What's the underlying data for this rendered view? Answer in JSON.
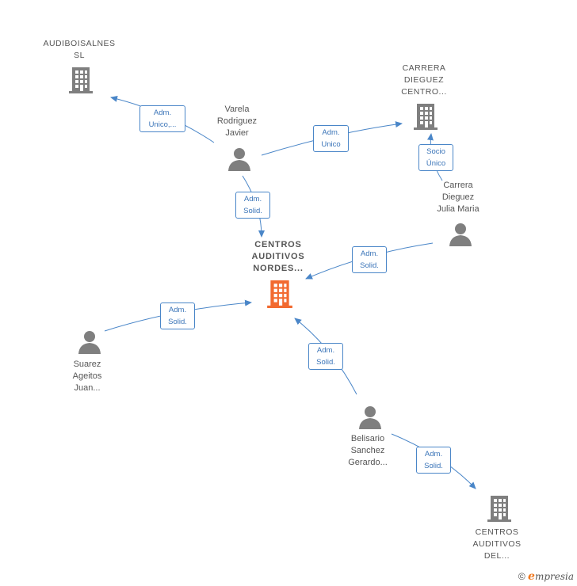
{
  "nodes": {
    "audiboisalnes": {
      "lines": [
        "AUDIBOISALNES",
        "SL"
      ],
      "icon": "building-icon",
      "kind": "company"
    },
    "carrera_centro": {
      "lines": [
        "CARRERA",
        "DIEGUEZ",
        "CENTRO..."
      ],
      "icon": "building-icon",
      "kind": "company"
    },
    "varela": {
      "lines": [
        "Varela",
        "Rodriguez",
        "Javier"
      ],
      "icon": "person-icon",
      "kind": "person"
    },
    "carrera_julia": {
      "lines": [
        "Carrera",
        "Dieguez",
        "Julia Maria"
      ],
      "icon": "person-icon",
      "kind": "person"
    },
    "centros_nordes": {
      "lines": [
        "CENTROS",
        "AUDITIVOS",
        "NORDES..."
      ],
      "icon": "building-icon",
      "kind": "focus-company"
    },
    "suarez": {
      "lines": [
        "Suarez",
        "Ageitos",
        "Juan..."
      ],
      "icon": "person-icon",
      "kind": "person"
    },
    "belisario": {
      "lines": [
        "Belisario",
        "Sanchez",
        "Gerardo..."
      ],
      "icon": "person-icon",
      "kind": "person"
    },
    "centros_del": {
      "lines": [
        "CENTROS",
        "AUDITIVOS",
        "DEL..."
      ],
      "icon": "building-icon",
      "kind": "company"
    }
  },
  "edges": {
    "varela_audiboisalnes": {
      "lines": [
        "Adm.",
        "Unico,..."
      ]
    },
    "varela_carrera_centro": {
      "lines": [
        "Adm.",
        "Unico"
      ]
    },
    "julia_carrera_centro": {
      "lines": [
        "Socio",
        "Único"
      ]
    },
    "varela_nordes": {
      "lines": [
        "Adm.",
        "Solid."
      ]
    },
    "julia_nordes": {
      "lines": [
        "Adm.",
        "Solid."
      ]
    },
    "suarez_nordes": {
      "lines": [
        "Adm.",
        "Solid."
      ]
    },
    "belisario_nordes": {
      "lines": [
        "Adm.",
        "Solid."
      ]
    },
    "belisario_centros_del": {
      "lines": [
        "Adm.",
        "Solid."
      ]
    }
  },
  "colors": {
    "edge": "#4a86c8",
    "node": "#7f7f7f",
    "focus": "#f26a30"
  },
  "footer": {
    "copyright": "©",
    "brand_first": "e",
    "brand_rest": "mpresia"
  }
}
